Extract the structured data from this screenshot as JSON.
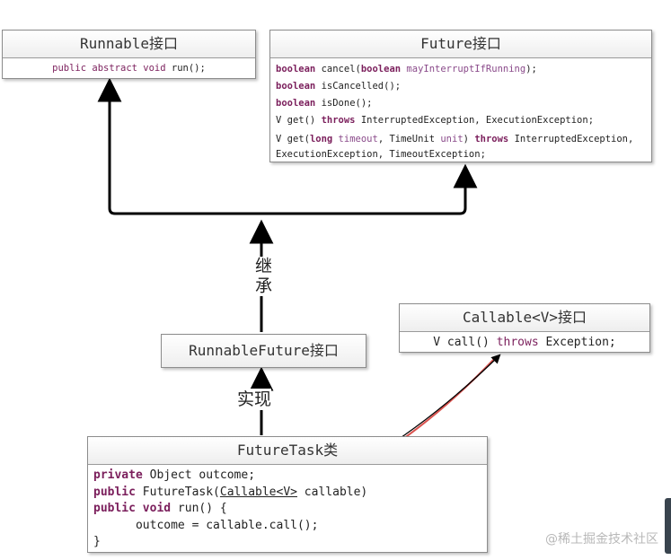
{
  "runnable": {
    "title": "Runnable接口",
    "methods": [
      {
        "mod": "public abstract void",
        "rest": " run();"
      }
    ]
  },
  "future": {
    "title": "Future接口",
    "methods": [
      {
        "type": "boolean",
        "name": " cancel(",
        "ptype": "boolean",
        "pname": " mayInterruptIfRunning",
        "tail": ");"
      },
      {
        "type": "boolean",
        "rest": " isCancelled();"
      },
      {
        "type": "boolean",
        "rest": " isDone();"
      },
      {
        "pre": "V get() ",
        "throws": "throws",
        "rest": " InterruptedException, ExecutionException;"
      },
      {
        "pre": "V get(",
        "ptype": "long",
        "pname": " timeout",
        "mid": ", TimeUnit ",
        "pname2": "unit",
        "close": ") ",
        "throws": "throws",
        "rest": "  InterruptedException,"
      },
      {
        "rest": "ExecutionException, TimeoutException;"
      }
    ]
  },
  "runnable_future": {
    "title": "RunnableFuture接口"
  },
  "callable": {
    "title": "Callable<V>接口",
    "method": {
      "pre": "V call() ",
      "throws": "throws",
      "rest": " Exception;"
    }
  },
  "future_task": {
    "title": "FutureTask类",
    "lines": [
      {
        "kw": "private",
        "rest": " Object outcome;"
      },
      {
        "kw": "public",
        "pre": " FutureTask(",
        "ul": "Callable<V>",
        "rest": " callable)"
      },
      {
        "kw": "public",
        "kw2": " void",
        "rest": " run() {"
      },
      {
        "indent": "      outcome = callable.call();"
      },
      {
        "rest": "}"
      }
    ]
  },
  "labels": {
    "inherit": "继承",
    "implement": "实现"
  },
  "watermark": "@稀土掘金技术社区",
  "colors": {
    "arrow": "#000000",
    "callable_arrow": "#d9534f",
    "keyword": "#7b1f5c"
  }
}
